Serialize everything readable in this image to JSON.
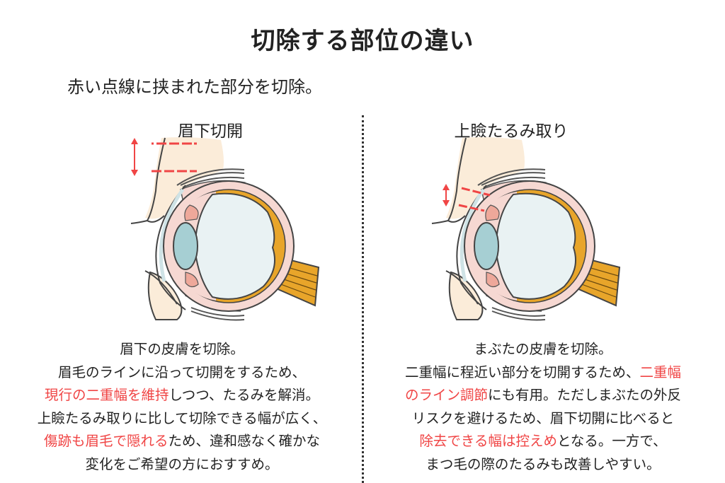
{
  "title": "切除する部位の違い",
  "subtitle": "赤い点線に挟まれた部分を切除。",
  "colors": {
    "accent_red": "#f04545",
    "skin": "#fbecd9",
    "sclera": "#f6d8d2",
    "optic": "#e8a52a",
    "lens": "#a6cfd3",
    "vitreous": "#e9f2f3"
  },
  "left": {
    "heading": "眉下切開",
    "lines": [
      [
        {
          "t": "眉下の皮膚を切除。",
          "red": false
        }
      ],
      [
        {
          "t": "眉毛のラインに沿って切開をするため、",
          "red": false
        }
      ],
      [
        {
          "t": "現行の二重幅を維持",
          "red": true
        },
        {
          "t": "しつつ、たるみを解消。",
          "red": false
        }
      ],
      [
        {
          "t": "上瞼たるみ取りに比して切除できる幅が広く、",
          "red": false
        }
      ],
      [
        {
          "t": "傷跡も眉毛で隠れる",
          "red": true
        },
        {
          "t": "ため、違和感なく確かな",
          "red": false
        }
      ],
      [
        {
          "t": "変化をご希望の方におすすめ。",
          "red": false
        }
      ]
    ]
  },
  "right": {
    "heading": "上瞼たるみ取り",
    "lines": [
      [
        {
          "t": "まぶたの皮膚を切除。",
          "red": false
        }
      ],
      [
        {
          "t": "二重幅に程近い部分を切開するため、",
          "red": false
        },
        {
          "t": "二重幅",
          "red": true
        }
      ],
      [
        {
          "t": "のライン調節",
          "red": true
        },
        {
          "t": "にも有用。ただしまぶたの外反",
          "red": false
        }
      ],
      [
        {
          "t": "リスクを避けるため、眉下切開に比べると",
          "red": false
        }
      ],
      [
        {
          "t": "除去できる幅は控えめ",
          "red": true
        },
        {
          "t": "となる。一方で、",
          "red": false
        }
      ],
      [
        {
          "t": "まつ毛の際のたるみも改善しやすい。",
          "red": false
        }
      ]
    ]
  }
}
